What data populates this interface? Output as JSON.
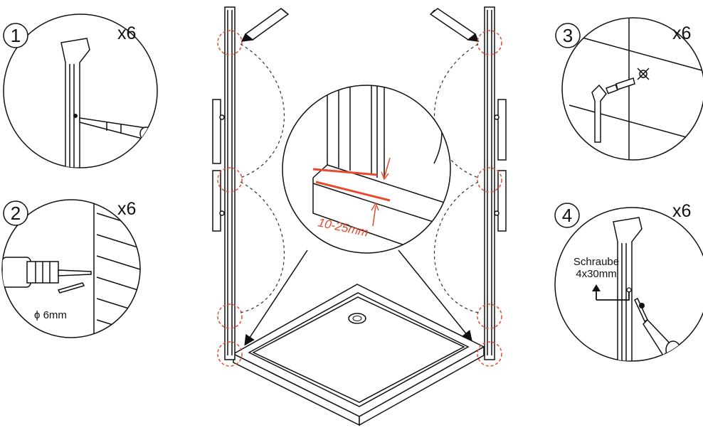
{
  "steps": [
    {
      "number": "1",
      "multiplier": "x6"
    },
    {
      "number": "2",
      "multiplier": "x6",
      "note": "ϕ 6mm"
    },
    {
      "number": "3",
      "multiplier": "x6"
    },
    {
      "number": "4",
      "multiplier": "x6",
      "note_line1": "Schraube",
      "note_line2": "4x30mm"
    }
  ],
  "detail": {
    "gap_label": "10-25mm"
  },
  "colors": {
    "line": "#111111",
    "accent": "#e84a2f",
    "dashed": "#333333"
  }
}
